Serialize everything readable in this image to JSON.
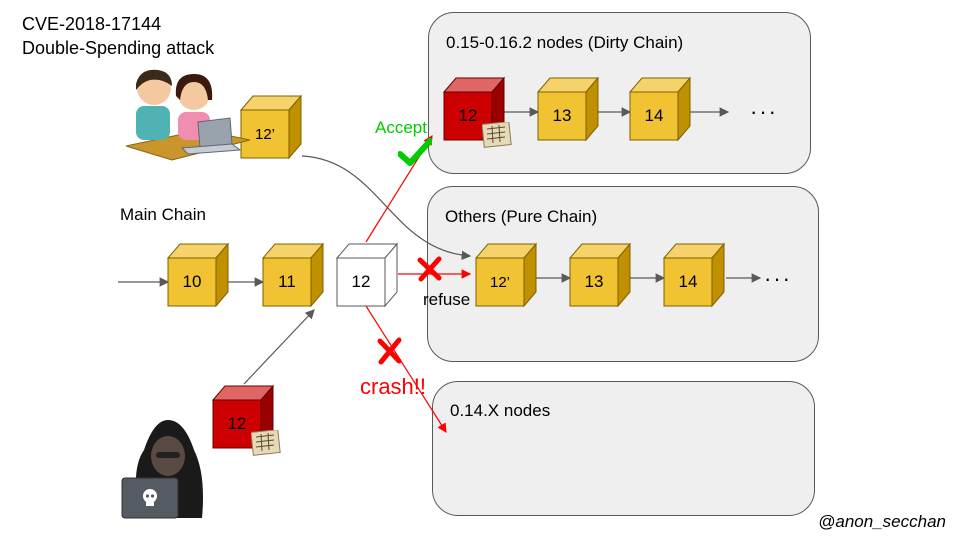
{
  "title": {
    "line1": "CVE-2018-17144",
    "line2": "Double-Spending attack"
  },
  "main_chain_label": "Main Chain",
  "panels": {
    "dirty": "0.15-0.16.2 nodes (Dirty Chain)",
    "pure": "Others (Pure Chain)",
    "old": "0.14.X nodes"
  },
  "blocks": {
    "main": [
      "10",
      "11",
      "12"
    ],
    "dirty": [
      "12",
      "13",
      "14"
    ],
    "pure": [
      "12’",
      "13",
      "14"
    ],
    "user_block": "12’",
    "attacker_block": "12"
  },
  "ellipsis": "···",
  "outcomes": {
    "accept": "Accept",
    "refuse": "refuse",
    "crash": "crash!!"
  },
  "credit": "@anon_secchan",
  "icons": {
    "accept": "check-mark-icon",
    "refuse": "cross-mark-icon",
    "crash": "cross-mark-icon"
  },
  "colors": {
    "block_yellow": "#f1c232",
    "block_red": "#cc0000",
    "block_white": "#ffffff",
    "accept_green": "#00cc00",
    "reject_red": "#ff0000",
    "panel_fill": "#efefef"
  }
}
